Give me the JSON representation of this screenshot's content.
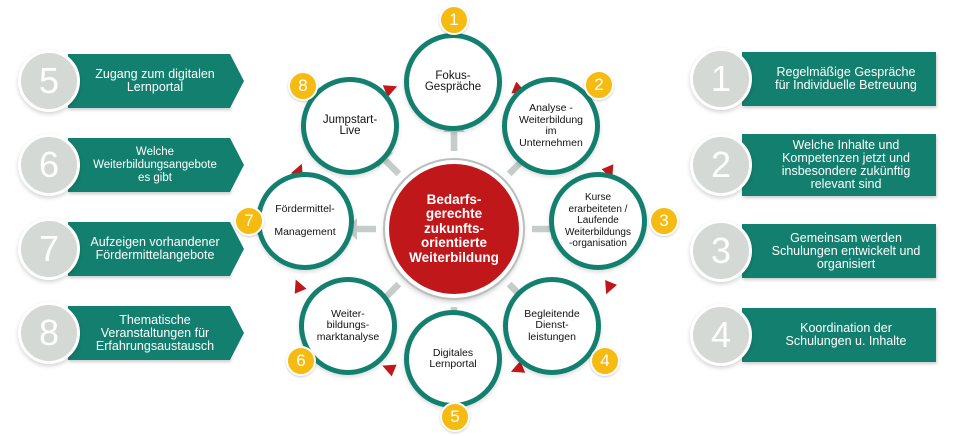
{
  "colors": {
    "teal": "#13806f",
    "red": "#c0171b",
    "yellow": "#f5bb12",
    "grey": "#d4d9d6"
  },
  "center": {
    "text": "Bedarfs-\ngerechte\nzukunfts-\norientierte\nWeiterbildung"
  },
  "cycle": [
    {
      "num": "1",
      "label": "Fokus-\nGespräche"
    },
    {
      "num": "2",
      "label": "Analyse -\nWeiterbildung\nim\nUnternehmen"
    },
    {
      "num": "3",
      "label": "Kurse\nerarbeiteten /\nLaufende\nWeiterbildungs\n-organisation"
    },
    {
      "num": "4",
      "label": "Begleitende\nDienst-\nleistungen"
    },
    {
      "num": "5",
      "label": "Digitales\nLernportal"
    },
    {
      "num": "6",
      "label": "Weiter-\nbildungs-\nmarktanalyse"
    },
    {
      "num": "7",
      "label": "Fördermittel-\n\nManagement"
    },
    {
      "num": "8",
      "label": "Jumpstart-\nLive"
    }
  ],
  "left_list": [
    {
      "num": "5",
      "text": "Zugang zum digitalen\nLernportal"
    },
    {
      "num": "6",
      "text": "Welche\nWeiterbildungsangebote\nes gibt"
    },
    {
      "num": "7",
      "text": "Aufzeigen vorhandener\nFördermittelangebote"
    },
    {
      "num": "8",
      "text": "Thematische\nVeranstaltungen für\nErfahrungsaustausch"
    }
  ],
  "right_list": [
    {
      "num": "1",
      "text": "Regelmäßige Gespräche\nfür Individuelle Betreuung"
    },
    {
      "num": "2",
      "text": "Welche Inhalte und\nKompetenzen jetzt und\ninsbesondere zukünftig\nrelevant sind"
    },
    {
      "num": "3",
      "text": "Gemeinsam werden\nSchulungen entwickelt und\norganisiert"
    },
    {
      "num": "4",
      "text": "Koordination der\nSchulungen u. Inhalte"
    }
  ]
}
